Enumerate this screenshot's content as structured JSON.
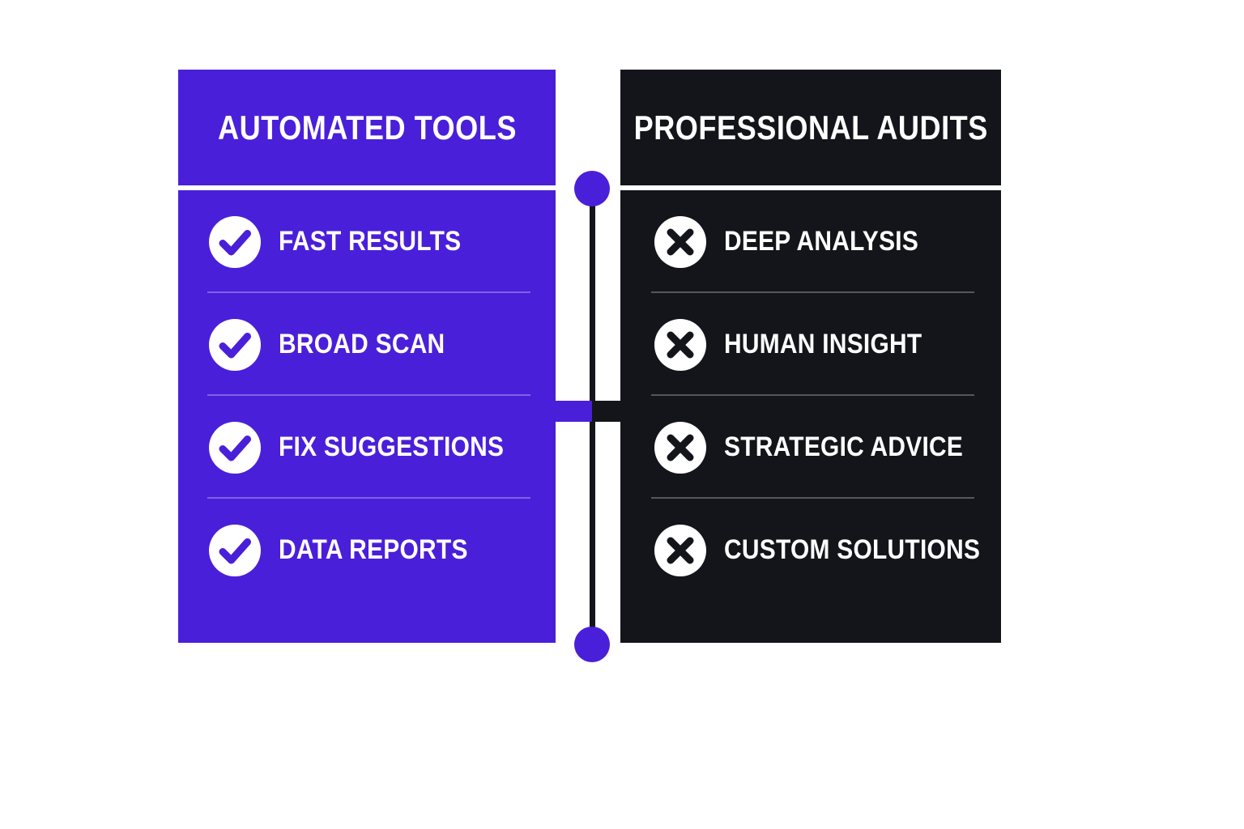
{
  "background_color": "#FFFFFF",
  "accent_color": "#4A1FD9",
  "dark_color": "#14151A",
  "left_panel": {
    "title": "AUTOMATED TOOLS",
    "background_color": "#4A1FD9",
    "icon_type": "check",
    "items": [
      {
        "label": "FAST RESULTS"
      },
      {
        "label": "BROAD SCAN"
      },
      {
        "label": "FIX SUGGESTIONS"
      },
      {
        "label": "DATA REPORTS"
      }
    ]
  },
  "right_panel": {
    "title": "PROFESSIONAL AUDITS",
    "background_color": "#14151A",
    "icon_type": "cross",
    "items": [
      {
        "label": "DEEP ANALYSIS"
      },
      {
        "label": "HUMAN INSIGHT"
      },
      {
        "label": "STRATEGIC ADVICE"
      },
      {
        "label": "CUSTOM SOLUTIONS"
      }
    ]
  },
  "connector": {
    "node_color": "#4A1FD9",
    "line_color": "#14151A",
    "bridge_left_color": "#4A1FD9",
    "bridge_right_color": "#14151A"
  }
}
